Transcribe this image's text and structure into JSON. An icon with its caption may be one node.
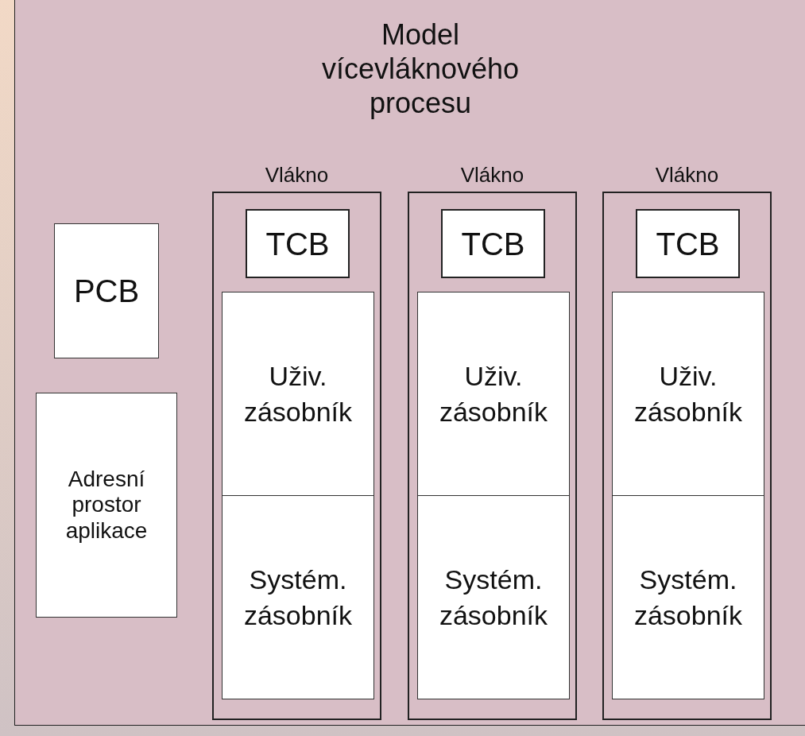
{
  "diagram": {
    "nodes": [
      {
        "text": [
          "Model vícevláknového procesu"
        ]
      },
      {
        "text": [
          "PCB"
        ],
        "in": 0
      },
      {
        "text": [
          "Adresní prostor aplikace"
        ],
        "in": 0
      },
      {
        "text": [
          "Vlákno"
        ],
        "in": 0
      },
      {
        "text": [
          "TCB"
        ],
        "in": 3
      },
      {
        "text": [
          "Uživ. zásobník"
        ],
        "in": 3
      },
      {
        "text": [
          "Systém. zásobník"
        ],
        "in": 3
      },
      {
        "text": [
          "Vlákno"
        ],
        "in": 0
      },
      {
        "text": [
          "TCB"
        ],
        "in": 7
      },
      {
        "text": [
          "Uživ. zásobník"
        ],
        "in": 7
      },
      {
        "text": [
          "Systém. zásobník"
        ],
        "in": 7
      },
      {
        "text": [
          "Vlákno"
        ],
        "in": 0
      },
      {
        "text": [
          "TCB"
        ],
        "in": 11
      },
      {
        "text": [
          "Uživ. zásobník"
        ],
        "in": 11
      },
      {
        "text": [
          "Systém. zásobník"
        ],
        "in": 11
      }
    ]
  }
}
